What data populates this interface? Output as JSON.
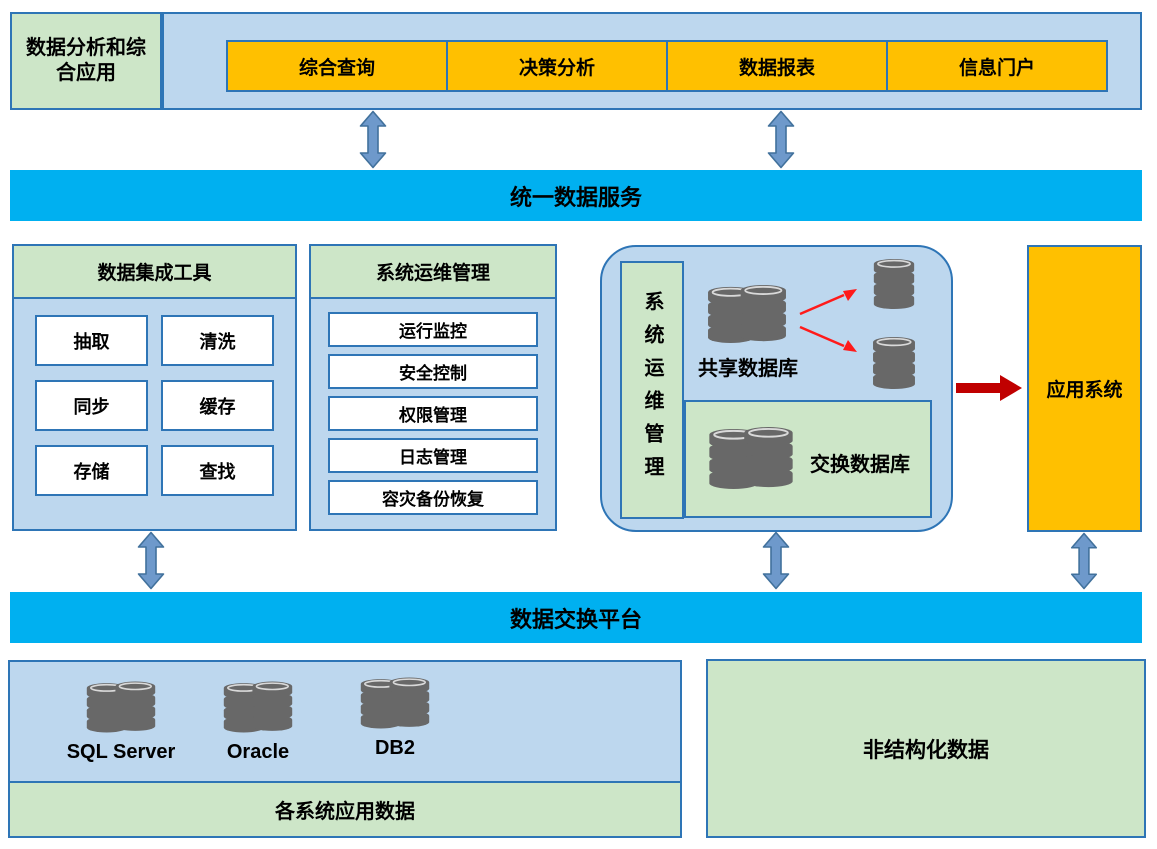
{
  "title_block": {
    "label": "数据分析和综合应用"
  },
  "top_apps": {
    "items": [
      "综合查询",
      "决策分析",
      "数据报表",
      "信息门户"
    ]
  },
  "unified_service_bar": {
    "label": "统一数据服务"
  },
  "integration_tools": {
    "title": "数据集成工具",
    "items": [
      "抽取",
      "清洗",
      "同步",
      "缓存",
      "存储",
      "查找"
    ]
  },
  "ops_management": {
    "title": "系统运维管理",
    "items": [
      "运行监控",
      "安全控制",
      "权限管理",
      "日志管理",
      "容灾备份恢复"
    ]
  },
  "shared_zone": {
    "side_label": "系统运维管理",
    "shared_db": "共享数据库",
    "exchange_db": "交换数据库"
  },
  "app_system": {
    "label": "应用系统"
  },
  "exchange_bar": {
    "label": "数据交换平台"
  },
  "source_systems": {
    "databases": [
      "SQL Server",
      "Oracle",
      "DB2"
    ],
    "footer": "各系统应用数据"
  },
  "unstructured": {
    "label": "非结构化数据"
  },
  "colors": {
    "panel_blue": "#BDD7EE",
    "panel_green": "#CDE6C8",
    "accent_orange": "#FFC000",
    "bar_cyan": "#00B0F0",
    "border_blue": "#2E75B6",
    "arrow_blue": "#6E99CB",
    "arrow_red": "#C00000",
    "fanout_red": "#FF1A1A",
    "db_gray": "#686868"
  }
}
